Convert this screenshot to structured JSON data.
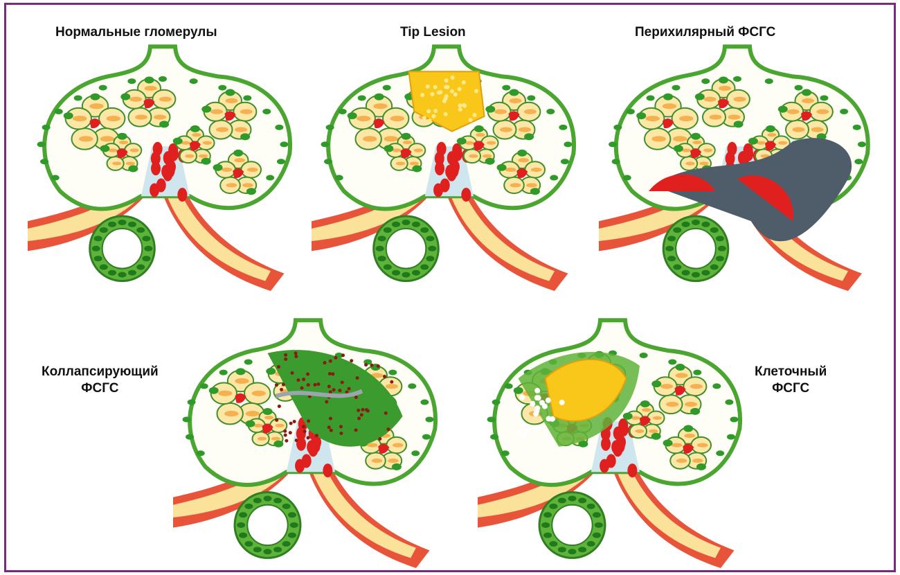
{
  "labels": {
    "normal": "Нормальные гломерулы",
    "tip": "Tip Lesion",
    "perihilar": "Перихилярный ФСГС",
    "collapsing_line1": "Коллапсирующий",
    "collapsing_line2": "ФСГС",
    "cellular_line1": "Клеточный",
    "cellular_line2": "ФСГС"
  },
  "colors": {
    "frame": "#7a2a7e",
    "capsule_green": "#4aa531",
    "nucleus_green": "#2f9a2a",
    "capillary_cream": "#fde7a6",
    "capillary_orange": "#f2a33a",
    "rbc_red": "#e0201e",
    "sclerosis_gray": "#4f5d6b",
    "foam_yellow": "#f9c61a",
    "collapse_dots": "#8b1a12"
  },
  "panels": [
    {
      "id": "normal",
      "variant": "normal"
    },
    {
      "id": "tip",
      "variant": "tip"
    },
    {
      "id": "perihilar",
      "variant": "perihilar"
    },
    {
      "id": "collapsing",
      "variant": "collapsing"
    },
    {
      "id": "cellular",
      "variant": "cellular"
    }
  ]
}
